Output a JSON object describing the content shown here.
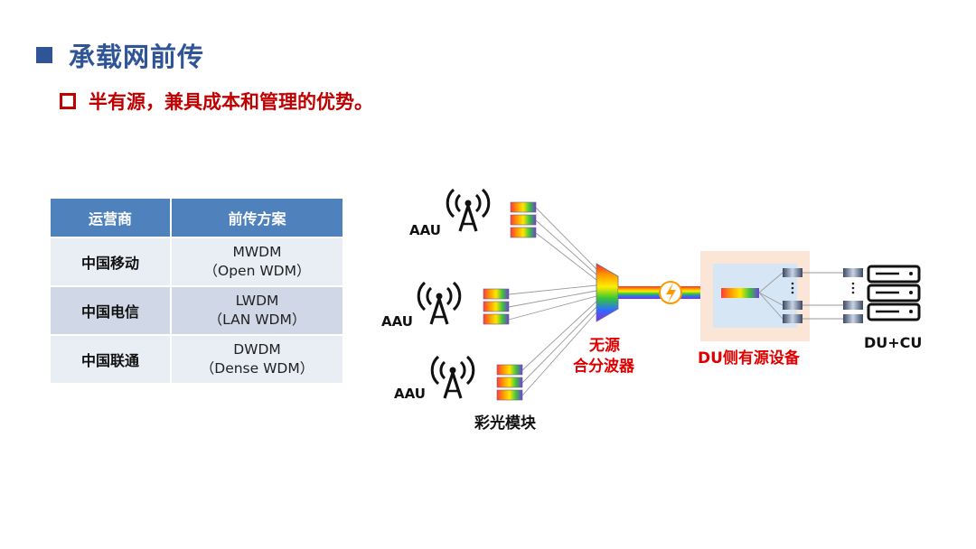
{
  "slide": {
    "title": "承载网前传",
    "subtitle": "半有源，兼具成本和管理的优势。"
  },
  "table": {
    "headers": [
      "运营商",
      "前传方案"
    ],
    "rows": [
      {
        "operator": "中国移动",
        "scheme": "MWDM",
        "scheme_detail": "（Open WDM）"
      },
      {
        "operator": "中国电信",
        "scheme": "LWDM",
        "scheme_detail": "（LAN WDM）"
      },
      {
        "operator": "中国联通",
        "scheme": "DWDM",
        "scheme_detail": "（Dense WDM）"
      }
    ]
  },
  "diagram": {
    "aau_label": "AAU",
    "color_module_label": "彩光模块",
    "passive_mux_label_line1": "无源",
    "passive_mux_label_line2": "合分波器",
    "du_active_label": "DU侧有源设备",
    "du_cu_label": "DU+CU"
  },
  "colors": {
    "title_blue": "#2f5597",
    "accent_red": "#c00000",
    "table_header": "#4f81bd"
  }
}
